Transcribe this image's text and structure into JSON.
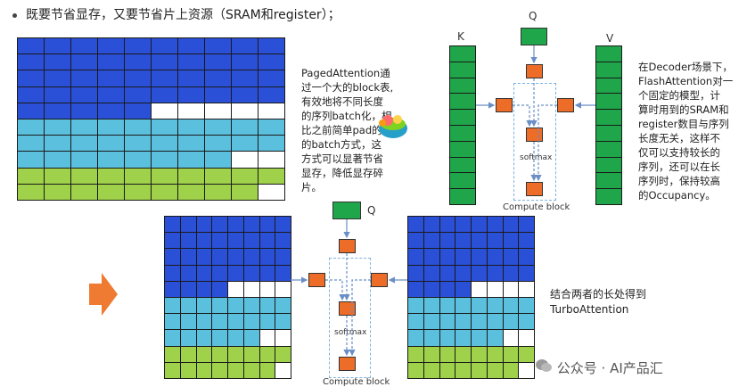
{
  "header": {
    "bullet_text": "既要节省显存，又要节省片上资源（SRAM和register）；"
  },
  "paged_note": {
    "lines": [
      "PagedAttention通",
      "过一个大的block表,",
      "有效地将不同长度",
      "的序列batch化，相",
      "比之前简单pad的",
      "的batch方式，这",
      "方式可以显著节省",
      "显存，降低显存碎",
      "片。"
    ]
  },
  "flash": {
    "q_label": "Q",
    "k_label": "K",
    "v_label": "V",
    "softmax_label": "softmax",
    "compute_label": "Compute block"
  },
  "flash_note": {
    "lines": [
      "在Decoder场景下，",
      "FlashAttention对一",
      "个固定的模型，计",
      "算时用到的SRAM和",
      "register数目与序列",
      "长度无关，这样不",
      "仅可以支持较长的",
      "序列，还可以在长",
      "序列时，保持较高",
      "的Occupancy。"
    ]
  },
  "turbo": {
    "q_label": "Q",
    "softmax_label": "softmax",
    "compute_label": "Compute block"
  },
  "turbo_note": {
    "lines": [
      "结合两者的长处得到",
      "TurboAttention"
    ]
  },
  "watermark": {
    "text": "公众号 · AI产品汇"
  },
  "colors": {
    "blue": "#2b50d8",
    "cyan": "#5bc0de",
    "lime": "#9fd14a",
    "green": "#1fa64a",
    "orange": "#ed6c27",
    "arrow": "#ef7a31"
  }
}
